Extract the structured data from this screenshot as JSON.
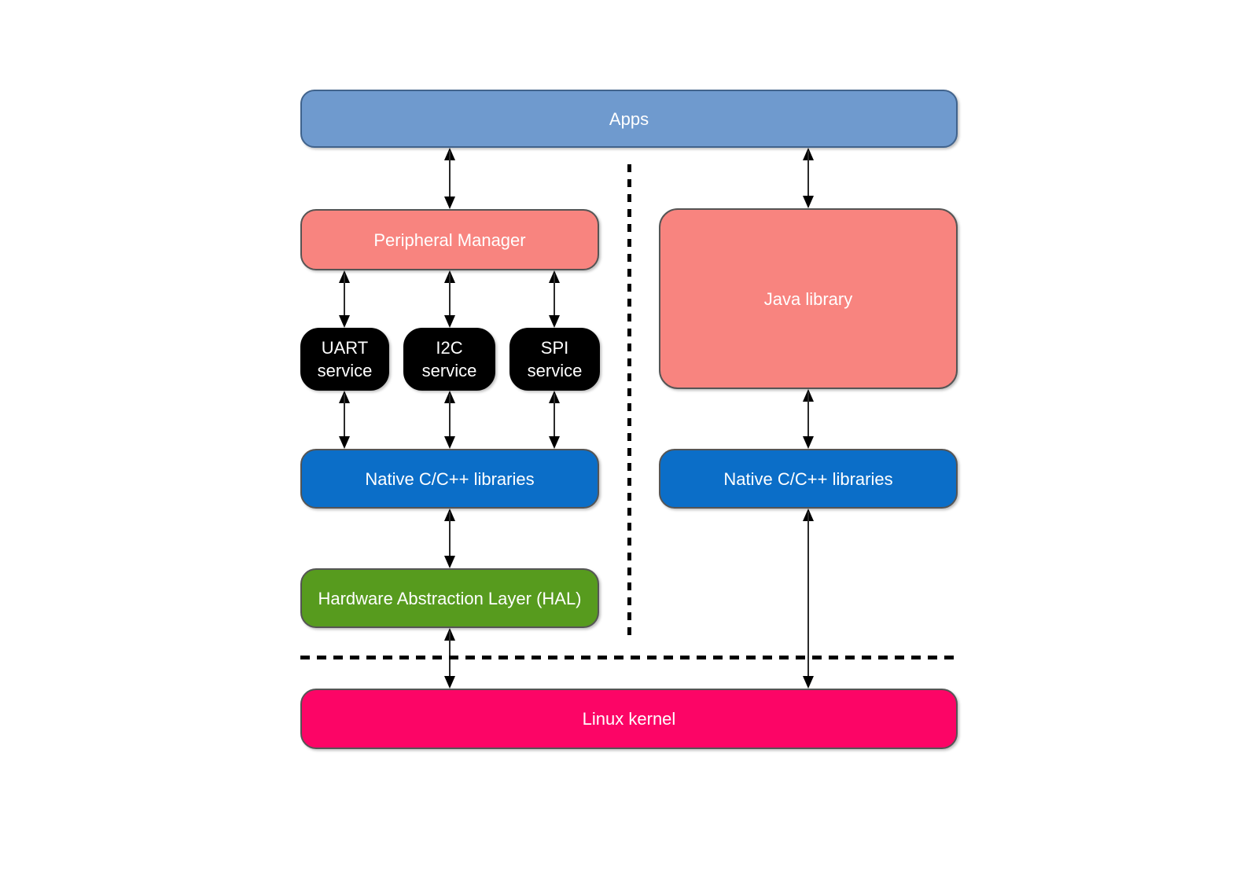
{
  "colors": {
    "apps": "#6f9ace",
    "peripheral_manager": "#f8847f",
    "service_box": "#000000",
    "native_libraries": "#0b6ec8",
    "hal": "#579b1e",
    "java_library": "#f8847f",
    "linux_kernel": "#fc0566",
    "text": "#ffffff",
    "arrow": "#000000"
  },
  "nodes": {
    "apps": {
      "label": "Apps"
    },
    "peripheral_manager": {
      "label": "Peripheral Manager"
    },
    "uart_service": {
      "label": "UART\nservice"
    },
    "i2c_service": {
      "label": "I2C\nservice"
    },
    "spi_service": {
      "label": "SPI\nservice"
    },
    "native_left": {
      "label": "Native C/C++ libraries"
    },
    "hal": {
      "label": "Hardware Abstraction Layer (HAL)"
    },
    "java_library": {
      "label": "Java library"
    },
    "native_right": {
      "label": "Native C/C++ libraries"
    },
    "linux_kernel": {
      "label": "Linux kernel"
    }
  }
}
